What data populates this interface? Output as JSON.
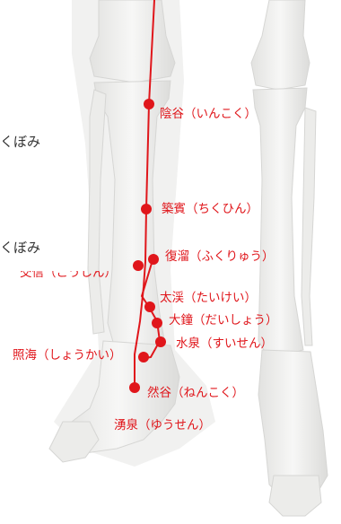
{
  "colors": {
    "meridian": "#e0161b",
    "bone": "#efefee",
    "bone_shadow": "#d6d6d4",
    "text_dark": "#333333"
  },
  "side_labels": {
    "upper": "くぼみ",
    "lower": "くぼみ"
  },
  "points": [
    {
      "id": "ingu",
      "label": "陰谷（いんこく）"
    },
    {
      "id": "chikuhin",
      "label": "築賓（ちくひん）"
    },
    {
      "id": "fukuryu",
      "label": "復溜（ふくりゅう）"
    },
    {
      "id": "koshin",
      "label": "交信（こうしん）"
    },
    {
      "id": "taikei",
      "label": "太渓（たいけい）"
    },
    {
      "id": "daisho",
      "label": "大鐘（だいしょう）"
    },
    {
      "id": "suisen",
      "label": "水泉（すいせん）"
    },
    {
      "id": "shokai",
      "label": "照海（しょうかい）"
    },
    {
      "id": "nenkoku",
      "label": "然谷（ねんこく）"
    },
    {
      "id": "yusen",
      "label": "湧泉（ゆうせん）"
    }
  ]
}
